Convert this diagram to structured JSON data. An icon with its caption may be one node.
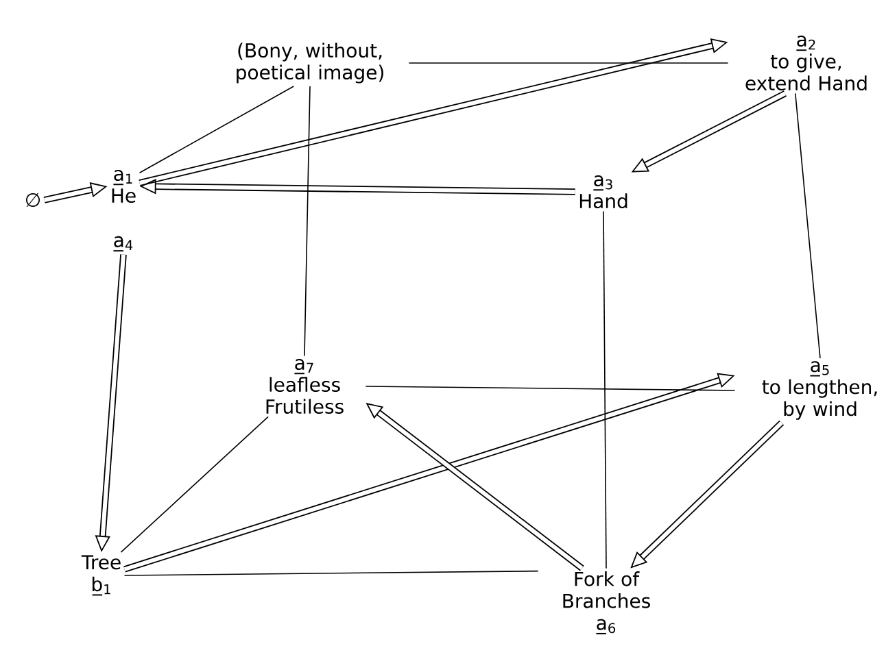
{
  "diagram": {
    "nodes": [
      {
        "text": [
          "∅"
        ]
      },
      {
        "text": [
          "a̲$_{1}$",
          "He"
        ]
      },
      {
        "text": [
          "(Bony, without, poetical image)"
        ]
      },
      {
        "text": [
          "a̲$_{2}$",
          "to give, extend Hand"
        ]
      },
      {
        "text": [
          "a̲$_{3}$",
          "Hand"
        ]
      },
      {
        "text": [
          "a̲$_{4}$"
        ]
      },
      {
        "text": [
          "a̲$_{7}$",
          "leafless Frutiless"
        ]
      },
      {
        "text": [
          "a̲$_{5}$",
          "to lengthen, by wind"
        ]
      },
      {
        "text": [
          "Tree",
          "b̲$_{1}$"
        ]
      },
      {
        "text": [
          "Fork of Branches",
          "a̲$_{6}$"
        ]
      }
    ],
    "edges": [
      {
        "from": 0,
        "to": 1,
        "arrow": "to",
        "style": "thick"
      },
      {
        "from": 1,
        "to": 3,
        "arrow": "to",
        "style": "thick"
      },
      {
        "from": 3,
        "to": 4,
        "arrow": "to",
        "style": "thick"
      },
      {
        "from": 4,
        "to": 1,
        "arrow": "to",
        "style": "thick"
      },
      {
        "from": 5,
        "to": 8,
        "arrow": "to",
        "style": "thick"
      },
      {
        "from": 8,
        "to": 7,
        "arrow": "to",
        "style": "thick"
      },
      {
        "from": 7,
        "to": 9,
        "arrow": "to",
        "style": "thick"
      },
      {
        "from": 9,
        "to": 6,
        "arrow": "to",
        "style": "thick"
      },
      {
        "from": 2,
        "to": 1,
        "arrow": "none"
      },
      {
        "from": 2,
        "to": 3,
        "arrow": "none"
      },
      {
        "from": 2,
        "to": 6,
        "arrow": "none"
      },
      {
        "from": 3,
        "to": 7,
        "arrow": "none"
      },
      {
        "from": 4,
        "to": 9,
        "arrow": "none"
      },
      {
        "from": 6,
        "to": 7,
        "arrow": "none"
      },
      {
        "from": 6,
        "to": 8,
        "arrow": "none"
      },
      {
        "from": 8,
        "to": 9,
        "arrow": "none"
      }
    ]
  }
}
